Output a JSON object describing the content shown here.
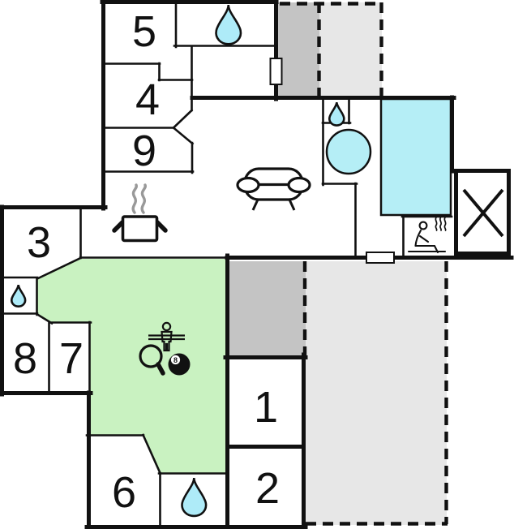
{
  "floorplan": {
    "rooms": [
      {
        "id": "room-5",
        "label": "5"
      },
      {
        "id": "room-4",
        "label": "4"
      },
      {
        "id": "room-9",
        "label": "9"
      },
      {
        "id": "room-3",
        "label": "3"
      },
      {
        "id": "room-8",
        "label": "8"
      },
      {
        "id": "room-7",
        "label": "7"
      },
      {
        "id": "room-6",
        "label": "6"
      },
      {
        "id": "room-1",
        "label": "1"
      },
      {
        "id": "room-2",
        "label": "2"
      }
    ],
    "icons": [
      {
        "name": "water-drop-bathroom-top"
      },
      {
        "name": "water-drop-wc-middle"
      },
      {
        "name": "water-drop-wc-left"
      },
      {
        "name": "water-drop-bathroom-bottom"
      },
      {
        "name": "sofa"
      },
      {
        "name": "cooking-pot-with-steam"
      },
      {
        "name": "whirlpool-tub"
      },
      {
        "name": "swimming-pool"
      },
      {
        "name": "sauna-person"
      },
      {
        "name": "foosball-player"
      },
      {
        "name": "table-tennis-paddle"
      },
      {
        "name": "billiard-8-ball"
      },
      {
        "name": "crossed-square-utility"
      }
    ],
    "billiard": {
      "ball_label": "8"
    },
    "colors": {
      "wall": "#111111",
      "pool": "#b5eef6",
      "whirlpool": "#b5eef6",
      "drop": "#aeebf8",
      "game_green": "#c9f2c1",
      "terrace_dark": "#c4c4c4",
      "terrace_light": "#e7e7e7",
      "steam": "#999999"
    }
  }
}
